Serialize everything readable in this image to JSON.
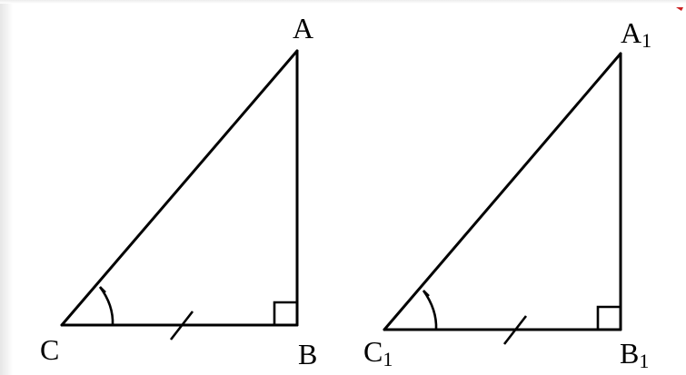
{
  "diagram": {
    "colors": {
      "stroke": "#000000",
      "background": "#ffffff",
      "corner_accent": "#cc2222"
    },
    "triangle_1": {
      "vertices": {
        "A": "A",
        "B": "B",
        "C": "C"
      },
      "right_angle_at": "B",
      "marked_angle_at": "C",
      "marked_side": "CB"
    },
    "triangle_2": {
      "vertices": {
        "A": {
          "main": "A",
          "sub": "1"
        },
        "B": {
          "main": "B",
          "sub": "1"
        },
        "C": {
          "main": "C",
          "sub": "1"
        }
      },
      "right_angle_at": "B1",
      "marked_angle_at": "C1",
      "marked_side": "C1B1"
    }
  }
}
